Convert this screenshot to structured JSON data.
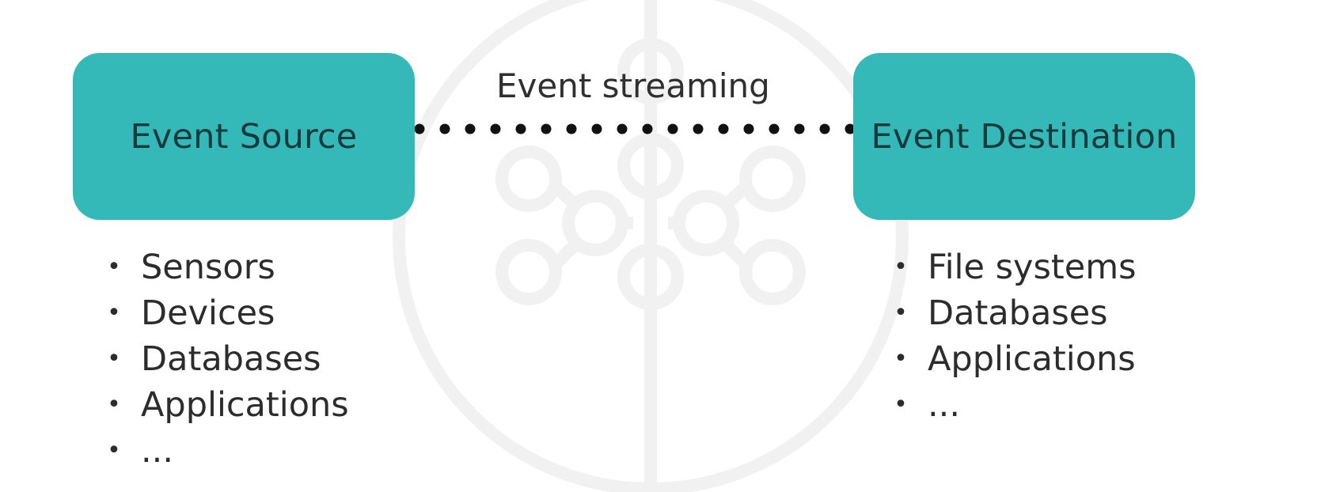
{
  "diagram": {
    "source": {
      "title": "Event Source",
      "items": [
        "Sensors",
        "Devices",
        "Databases",
        "Applications",
        "..."
      ]
    },
    "connector": {
      "label": "Event streaming"
    },
    "destination": {
      "title": "Event Destination",
      "items": [
        "File systems",
        "Databases",
        "Applications",
        "..."
      ]
    }
  },
  "colors": {
    "node_fill": "#35b9b8",
    "node_text": "#153a3d",
    "text": "#2c2c2c",
    "dots": "#111111",
    "watermark": "#f1f1f1"
  },
  "bullet_glyph": "•"
}
